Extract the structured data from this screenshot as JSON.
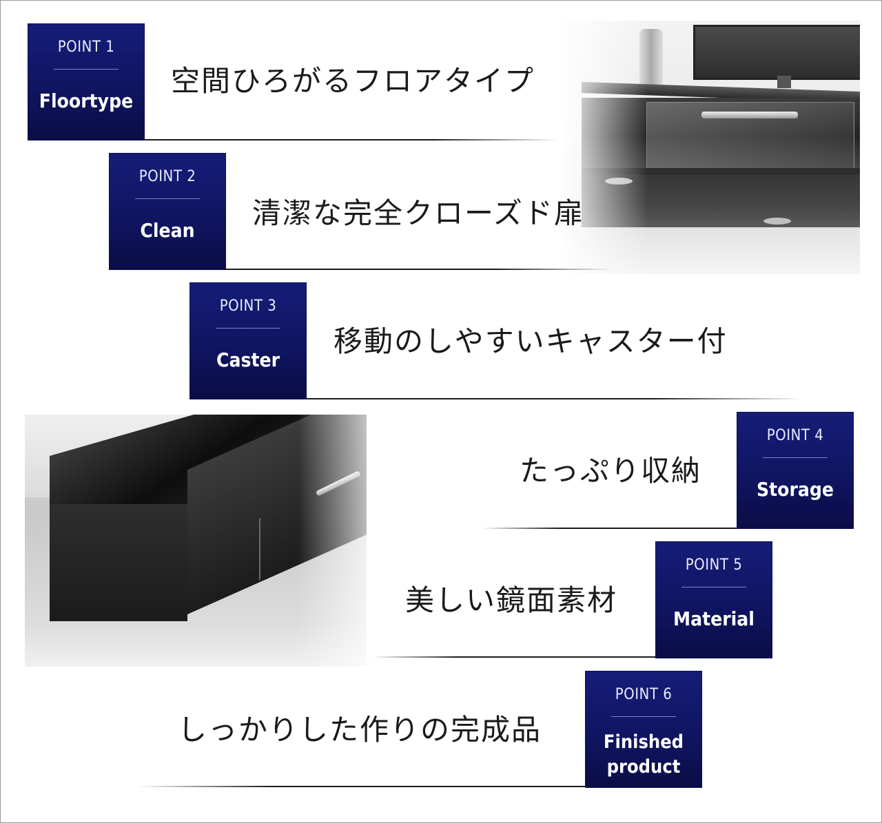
{
  "points": [
    {
      "label": "POINT 1",
      "title": "Floortype",
      "desc": "空間ひろがるフロアタイプ"
    },
    {
      "label": "POINT 2",
      "title": "Clean",
      "desc": "清潔な完全クローズド扉"
    },
    {
      "label": "POINT 3",
      "title": "Caster",
      "desc": "移動のしやすいキャスター付"
    },
    {
      "label": "POINT 4",
      "title": "Storage",
      "desc": "たっぷり収納"
    },
    {
      "label": "POINT 5",
      "title": "Material",
      "desc": "美しい鏡面素材"
    },
    {
      "label": "POINT 6",
      "title_line1": "Finished",
      "title_line2": "product",
      "desc": "しっかりした作りの完成品"
    }
  ],
  "colors": {
    "badge": "#101562",
    "text": "#1a1a1a",
    "rule": "#1a1a1a"
  }
}
